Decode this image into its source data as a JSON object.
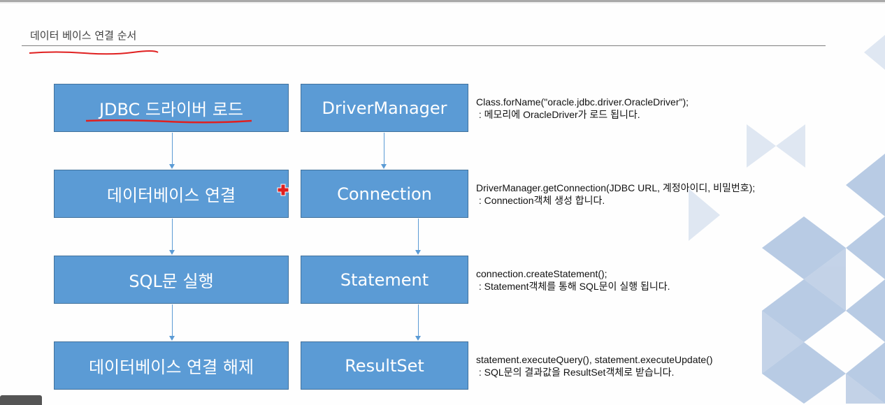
{
  "slide": {
    "title": "데이터 베이스 연결 순서",
    "steps": [
      {
        "label": "JDBC 드라이버 로드",
        "object": "DriverManager",
        "code": "Class.forName(\"oracle.jdbc.driver.OracleDriver\");",
        "note": " : 메모리에 OracleDriver가 로드 됩니다."
      },
      {
        "label": "데이터베이스 연결",
        "object": "Connection",
        "code": "DriverManager.getConnection(JDBC URL, 계정아이디, 비밀번호);",
        "note": " : Connection객체 생성 합니다."
      },
      {
        "label": "SQL문 실행",
        "object": "Statement",
        "code": "connection.createStatement();",
        "note": " : Statement객체를 통해 SQL문이 실행 됩니다."
      },
      {
        "label": "데이터베이스 연결 해제",
        "object": "ResultSet",
        "code": "statement.executeQuery(), statement.executeUpdate()",
        "note": " : SQL문의 결과값을 ResultSet객체로 받습니다."
      }
    ]
  },
  "colors": {
    "box": "#5b9bd5",
    "annotation": "#e02020",
    "decor": "#c9d8ec"
  }
}
